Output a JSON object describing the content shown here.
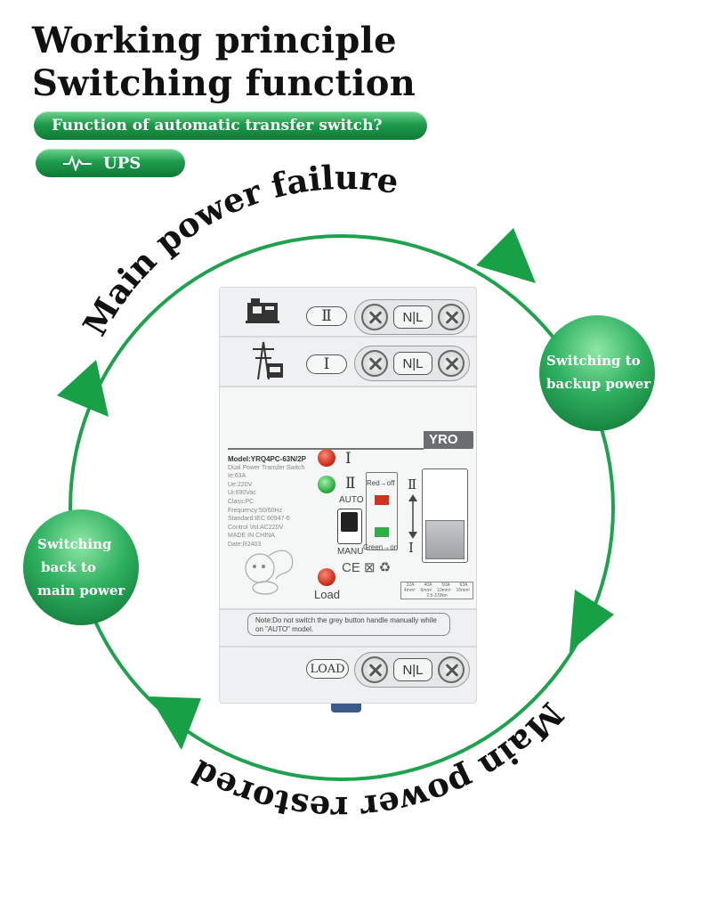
{
  "header": {
    "title_line1": "Working principle",
    "title_line2": "Switching function",
    "pill_question": "Function of automatic transfer switch?",
    "pill_ups": "UPS"
  },
  "cycle": {
    "top_arc": "Main power failure",
    "bottom_arc": "Main power restored",
    "right_bubble": [
      "Switching to",
      "backup power"
    ],
    "left_bubble": [
      "Switching",
      "back to",
      "main power"
    ]
  },
  "device": {
    "terminal_top_label": "Ⅱ",
    "terminal_mid_label": "Ⅰ",
    "terminal_bottom_label": "LOAD",
    "nl_text": "N|L",
    "brand": "YRO",
    "spec_lines": [
      "Model:YRQ4PC-63N/2P",
      "Dual Power Transfer Switch",
      "Ie:63A",
      "Ue:220V",
      "Ui:690Vac",
      "Class:PC",
      "Frequency:50/60Hz",
      "Standard:IEC 60947-6",
      "Control Vol:AC220V",
      "MADE IN CHINA",
      "Date:R2403"
    ],
    "led_i_label": "Ⅰ",
    "led_ii_label": "Ⅱ",
    "auto_label": "AUTO",
    "manu_label": "MANU",
    "load_label": "Load",
    "red_off": "Red→off",
    "green_on": "Green→on",
    "slider_top": "Ⅱ",
    "slider_bottom": "Ⅰ",
    "cert_marks": "CE ⊠ ♻",
    "rating_table": [
      "32A",
      "40A",
      "50A",
      "63A"
    ],
    "rating_sizes": [
      "4mm²",
      "6mm²",
      "10mm²",
      "16mm²"
    ],
    "torque": "2.5-3.5Nm",
    "note": "Note:Do not switch the grey button handle manually while on \"AUTO\" model."
  },
  "colors": {
    "accent_green": "#1fa24e",
    "arrow_green": "#18a046",
    "led_red": "#d0321d",
    "led_green": "#2fb045"
  }
}
